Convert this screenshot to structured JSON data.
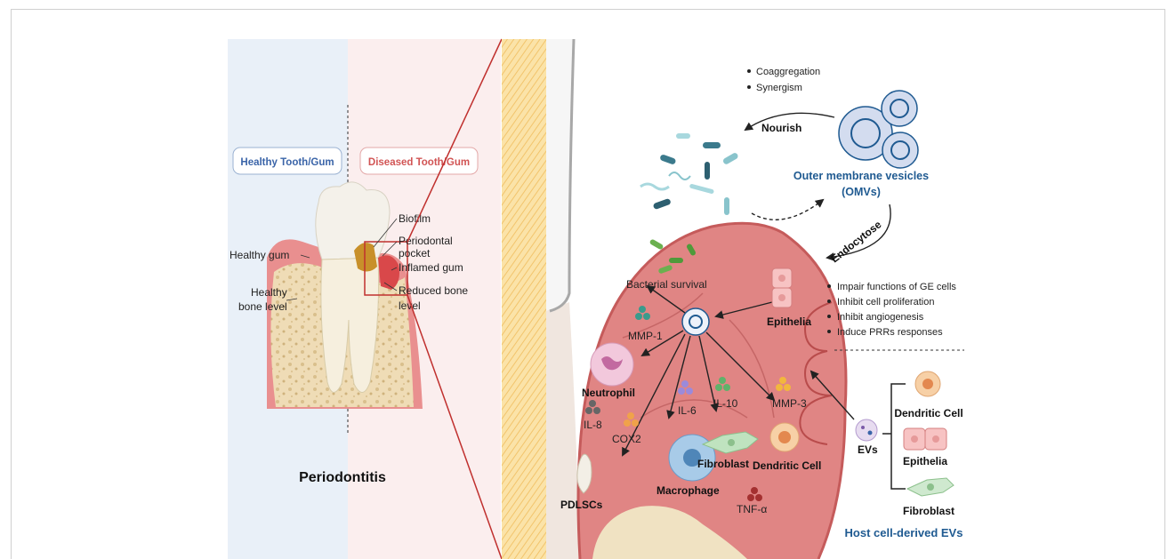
{
  "left_panel": {
    "healthy_badge": "Healthy Tooth/Gum",
    "diseased_badge": "Diseased Tooth/Gum",
    "labels": {
      "healthy_gum": "Healthy gum",
      "healthy_bone_1": "Healthy",
      "healthy_bone_2": "bone level",
      "biofilm": "Biofilm",
      "pocket_1": "Periodontal",
      "pocket_2": "pocket",
      "inflamed_gum": "Inflamed gum",
      "reduced_1": "Reduced bone",
      "reduced_2": "level"
    },
    "title": "Periodontitis",
    "colors": {
      "healthy_bg": "#e9f0f8",
      "diseased_bg": "#fbeeee",
      "healthy_accent": "#3a64a8",
      "diseased_accent": "#d15454"
    }
  },
  "right_panel": {
    "top_bullets": [
      "Coaggregation",
      "Synergism"
    ],
    "nourish": "Nourish",
    "omv_title_1": "Outer membrane vesicles",
    "omv_title_2": "(OMVs)",
    "endocytose": "Endocytose",
    "effect_bullets": [
      "Impair functions of GE cells",
      "Inhibit cell proliferation",
      "Inhibit angiogenesis",
      "Induce PRRs responses"
    ],
    "bacterial_survival": "Bacterial survival",
    "epithelia": "Epithelia",
    "cytokines": {
      "mmp1": "MMP-1",
      "il8": "IL-8",
      "cox2": "COX2",
      "il6": "IL-6",
      "il10": "IL-10",
      "mmp3": "MMP-3",
      "tnfa": "TNF-α"
    },
    "cells": {
      "neutrophil": "Neutrophil",
      "macrophage": "Macrophage",
      "fibroblast": "Fibroblast",
      "dendritic": "Dendritic Cell",
      "pdlscs": "PDLSCs"
    },
    "evs_panel": {
      "evs": "EVs",
      "items": [
        "Dendritic Cell",
        "Epithelia",
        "Fibroblast"
      ],
      "title": "Host cell-derived EVs"
    },
    "colors": {
      "accent_blue": "#1f5a91",
      "tissue": "#e08584",
      "tissue_dark": "#c55b5b"
    }
  }
}
